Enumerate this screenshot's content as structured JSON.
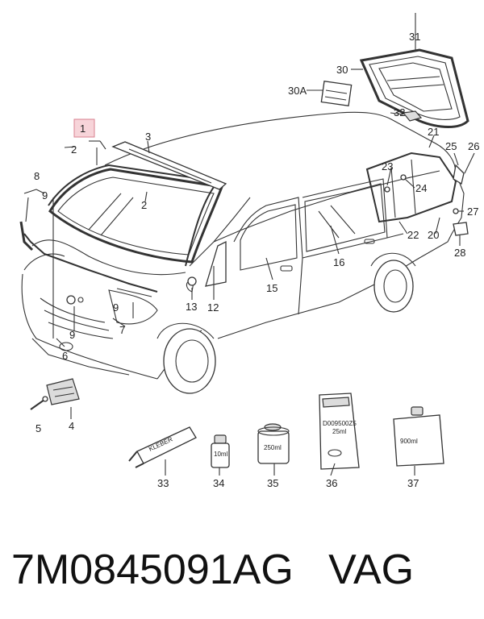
{
  "labels": {
    "l1": "1",
    "l2a": "2",
    "l2b": "2",
    "l3": "3",
    "l4": "4",
    "l5": "5",
    "l6": "6",
    "l7a": "7",
    "l8": "8",
    "l9a": "9",
    "l9b": "9",
    "l9c": "9",
    "l12": "12",
    "l13": "13",
    "l15": "15",
    "l16": "16",
    "l20": "20",
    "l21": "21",
    "l22": "22",
    "l23": "23",
    "l24": "24",
    "l25": "25",
    "l26": "26",
    "l27": "27",
    "l28": "28",
    "l30": "30",
    "l30a": "30A",
    "l31": "31",
    "l32": "32",
    "l33": "33",
    "l34": "34",
    "l35": "35",
    "l36": "36",
    "l37": "37"
  },
  "package_text": {
    "kleber": "KLEBER",
    "tube_10ml": "10ml",
    "can_250ml": "250ml",
    "bag_code": "D009500Z5",
    "bag_amount": "25ml",
    "box_900ml": "900ml"
  },
  "caption": {
    "part_number": "7M0845091AG",
    "brand": "VAG"
  },
  "colors": {
    "highlight_fill": "#f7d4d9",
    "highlight_stroke": "#d9808f",
    "line": "#333333"
  }
}
